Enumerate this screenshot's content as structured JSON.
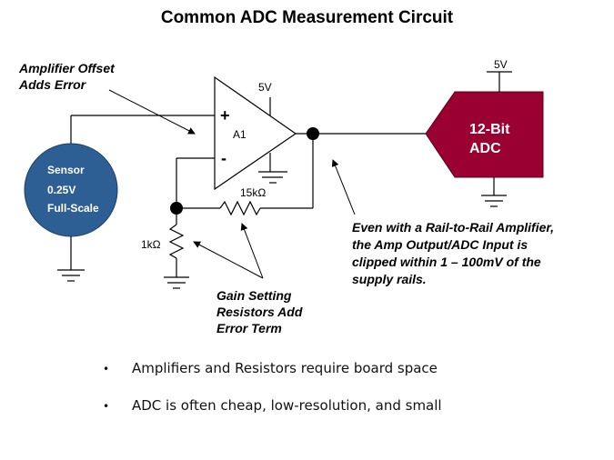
{
  "title": "Common ADC Measurement Circuit",
  "colors": {
    "sensor_fill": "#2e5f94",
    "adc_fill": "#9a0032",
    "line": "#000000"
  },
  "sensor": {
    "lines": [
      "Sensor",
      "0.25V",
      "Full-Scale"
    ]
  },
  "amplifier": {
    "name": "A1",
    "plus": "+",
    "minus": "-",
    "supply": "5V"
  },
  "resistors": {
    "feedback": "15kΩ",
    "ground": "1kΩ"
  },
  "adc": {
    "lines": [
      "12-Bit",
      "ADC"
    ],
    "supply": "5V"
  },
  "annotations": {
    "offset": [
      "Amplifier Offset",
      "Adds Error"
    ],
    "gain": [
      "Gain Setting",
      "Resistors Add",
      "Error Term"
    ],
    "rail": [
      "Even with a Rail-to-Rail Amplifier,",
      "the Amp Output/ADC Input is",
      "clipped within 1 – 100mV of the",
      "supply rails."
    ]
  },
  "bullets": [
    "Amplifiers and Resistors require board space",
    "ADC is often cheap, low-resolution, and small"
  ]
}
